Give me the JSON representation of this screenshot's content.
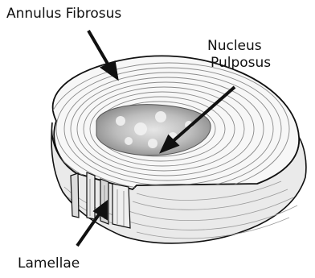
{
  "labels": {
    "annulus": "Annulus Fibrosus",
    "nucleus_line1": "Nucleus",
    "nucleus_line2": "Pulposus",
    "lamellae": "Lamellae"
  },
  "colors": {
    "ink": "#111111",
    "tissue_fill": "#f4f4f4",
    "tissue_shade": "#cfcfcf",
    "ring_stroke": "#8a8a8a"
  }
}
